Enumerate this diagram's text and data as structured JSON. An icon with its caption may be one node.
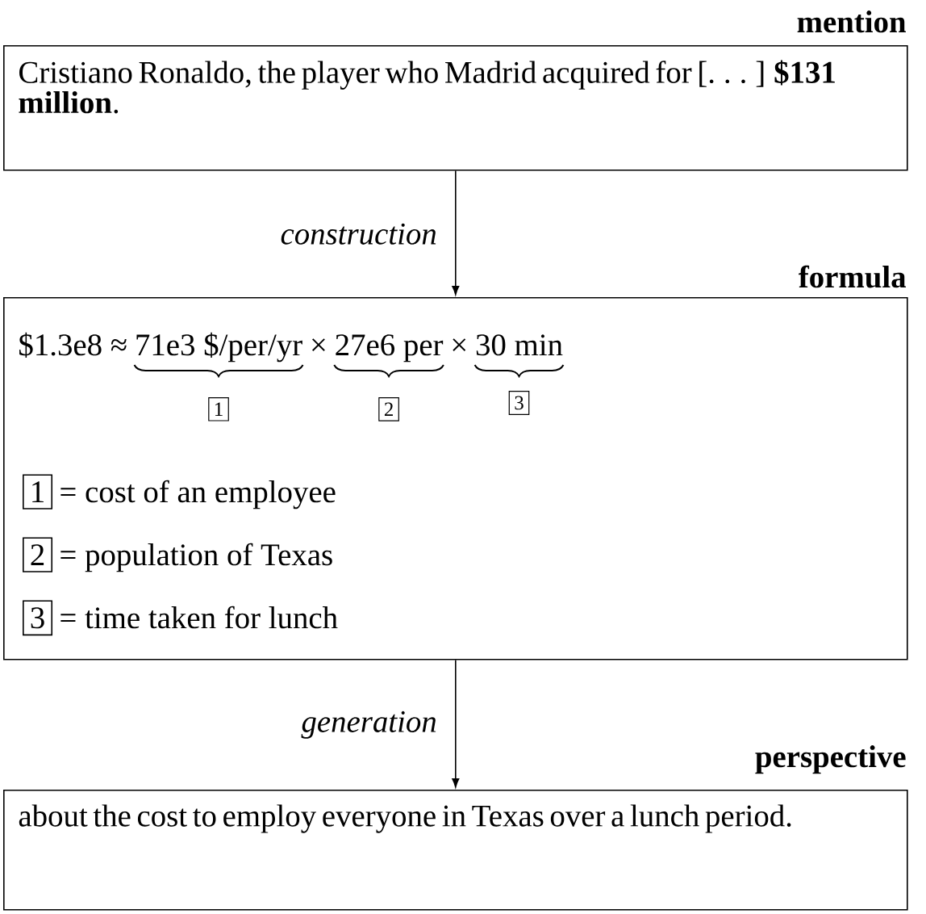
{
  "diagram": {
    "nodes": [
      {
        "text": [
          "mention",
          "Cristiano Ronaldo, the player who Madrid acquired for [. . . ] **$131 million**."
        ]
      },
      {
        "text": [
          "formula",
          "$1.3e8 ≈",
          "71e3 $/per/yr",
          "×",
          "27e6 per",
          "×",
          "30 min",
          "1",
          "2",
          "3",
          "1",
          "= cost of an employee",
          "2",
          "= population of Texas",
          "3",
          "= time taken for lunch"
        ]
      },
      {
        "text": [
          "perspective",
          "about the cost to employ everyone in Texas over a lunch period."
        ]
      }
    ],
    "edges": [
      {
        "from": 0,
        "to": 1,
        "arrow": "to",
        "label": "construction"
      },
      {
        "from": 1,
        "to": 2,
        "arrow": "to",
        "label": "generation"
      }
    ]
  }
}
